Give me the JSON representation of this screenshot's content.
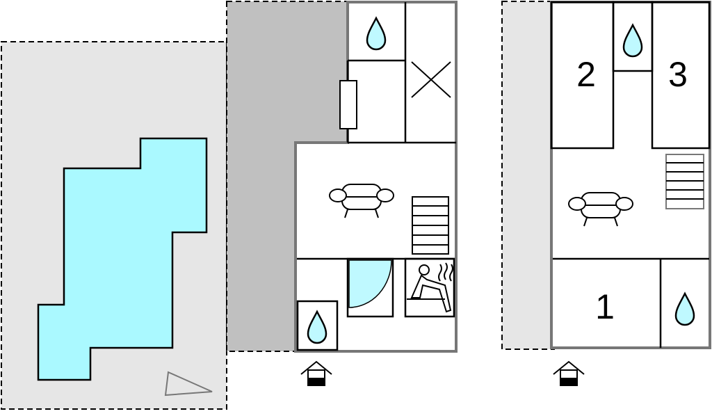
{
  "plan": {
    "room_labels": [
      "1",
      "2",
      "3"
    ],
    "colors": {
      "terrace": "#e6e6e6",
      "covered": "#c0c0c0",
      "water": "#bff9ff",
      "pool": "#aaf9ff",
      "wall": "#777777"
    },
    "icons": [
      "pool",
      "shower-drop-icon",
      "kitchen-x-icon",
      "sofa-icon",
      "stairs-icon",
      "shower-cabin-icon",
      "sauna-icon",
      "entrance-icon",
      "north-arrow-icon"
    ]
  }
}
